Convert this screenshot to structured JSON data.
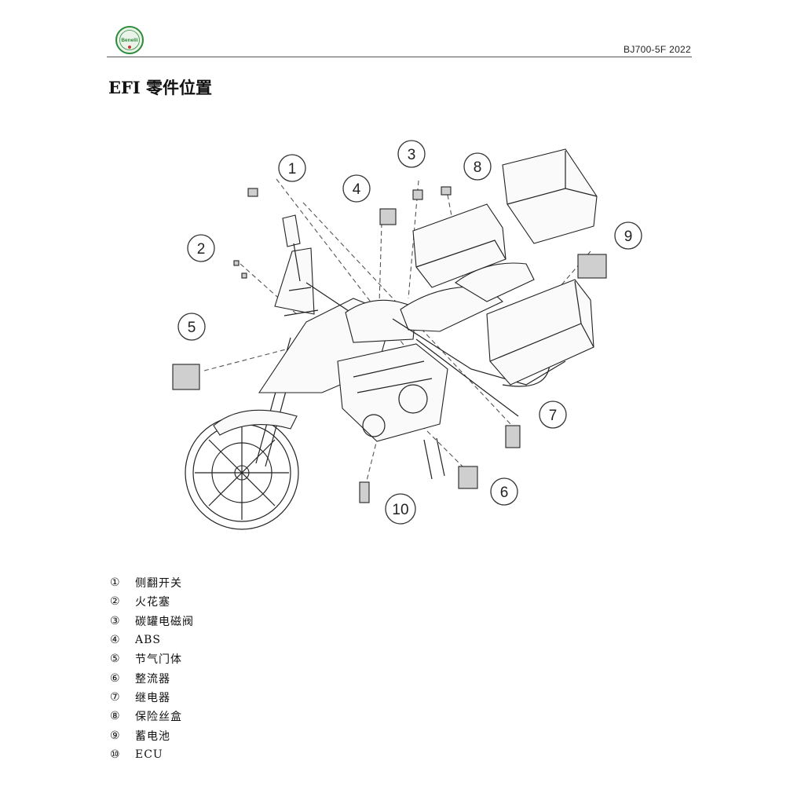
{
  "header": {
    "logo": {
      "icon": "benelli-logo-icon",
      "text": "Benelli",
      "colors": [
        "#2e8b3a",
        "#c0392b"
      ]
    },
    "doc_code": "BJ700-5F  2022"
  },
  "title": "EFI 零件位置",
  "callouts": [
    "1",
    "2",
    "3",
    "4",
    "5",
    "6",
    "7",
    "8",
    "9",
    "10"
  ],
  "legend": [
    {
      "num": "①",
      "text": "侧翻开关"
    },
    {
      "num": "②",
      "text": "火花塞"
    },
    {
      "num": "③",
      "text": "碳罐电磁阀"
    },
    {
      "num": "④",
      "text": "ABS"
    },
    {
      "num": "⑤",
      "text": "节气门体"
    },
    {
      "num": "⑥",
      "text": "整流器"
    },
    {
      "num": "⑦",
      "text": "继电器"
    },
    {
      "num": "⑧",
      "text": "保险丝盒"
    },
    {
      "num": "⑨",
      "text": "蓄电池"
    },
    {
      "num": "⑩",
      "text": "ECU"
    }
  ]
}
